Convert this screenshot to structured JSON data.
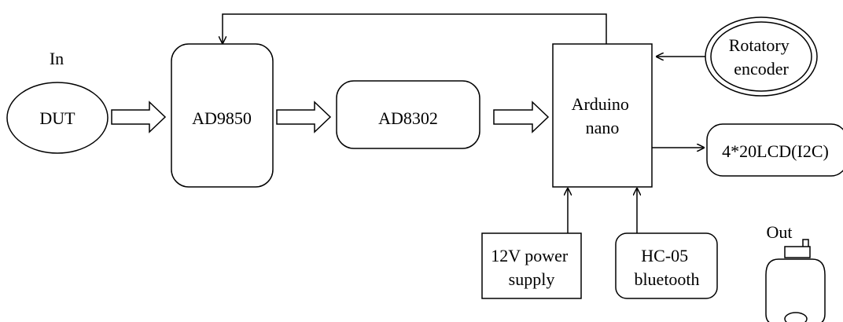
{
  "blocks": {
    "in_label": "In",
    "dut": "DUT",
    "ad9850": "AD9850",
    "ad8302": "AD8302",
    "arduino": [
      "Arduino",
      "nano"
    ],
    "encoder": [
      "Rotatory",
      "encoder"
    ],
    "lcd": "4*20LCD(I2C)",
    "power": [
      "12V power",
      "supply"
    ],
    "bluetooth": [
      "HC-05",
      "bluetooth"
    ],
    "out_label": "Out"
  }
}
